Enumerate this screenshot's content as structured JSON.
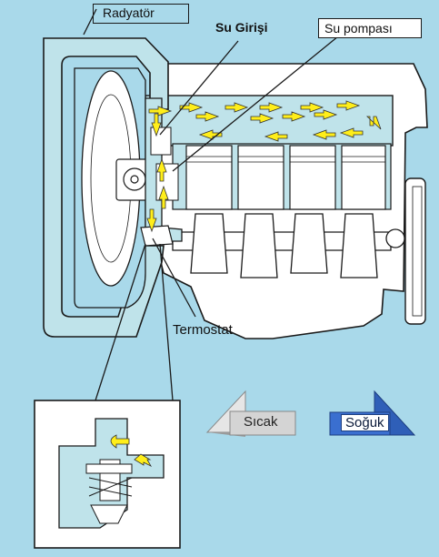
{
  "labels": {
    "radiator": "Radyatör",
    "water_inlet": "Su Girişi",
    "water_pump": "Su pompası",
    "thermostat": "Termostat"
  },
  "legend": {
    "hot": "Sıcak",
    "cold": "Soğuk"
  },
  "colors": {
    "background": "#a9d9ea",
    "coolant": "#bfe3ea",
    "engine_fill": "#ffffff",
    "outline": "#1a1a1a",
    "arrow_fill": "#ffee1a",
    "hot_button": "#c9c9c9",
    "cold_button": "#2f5fb8"
  }
}
